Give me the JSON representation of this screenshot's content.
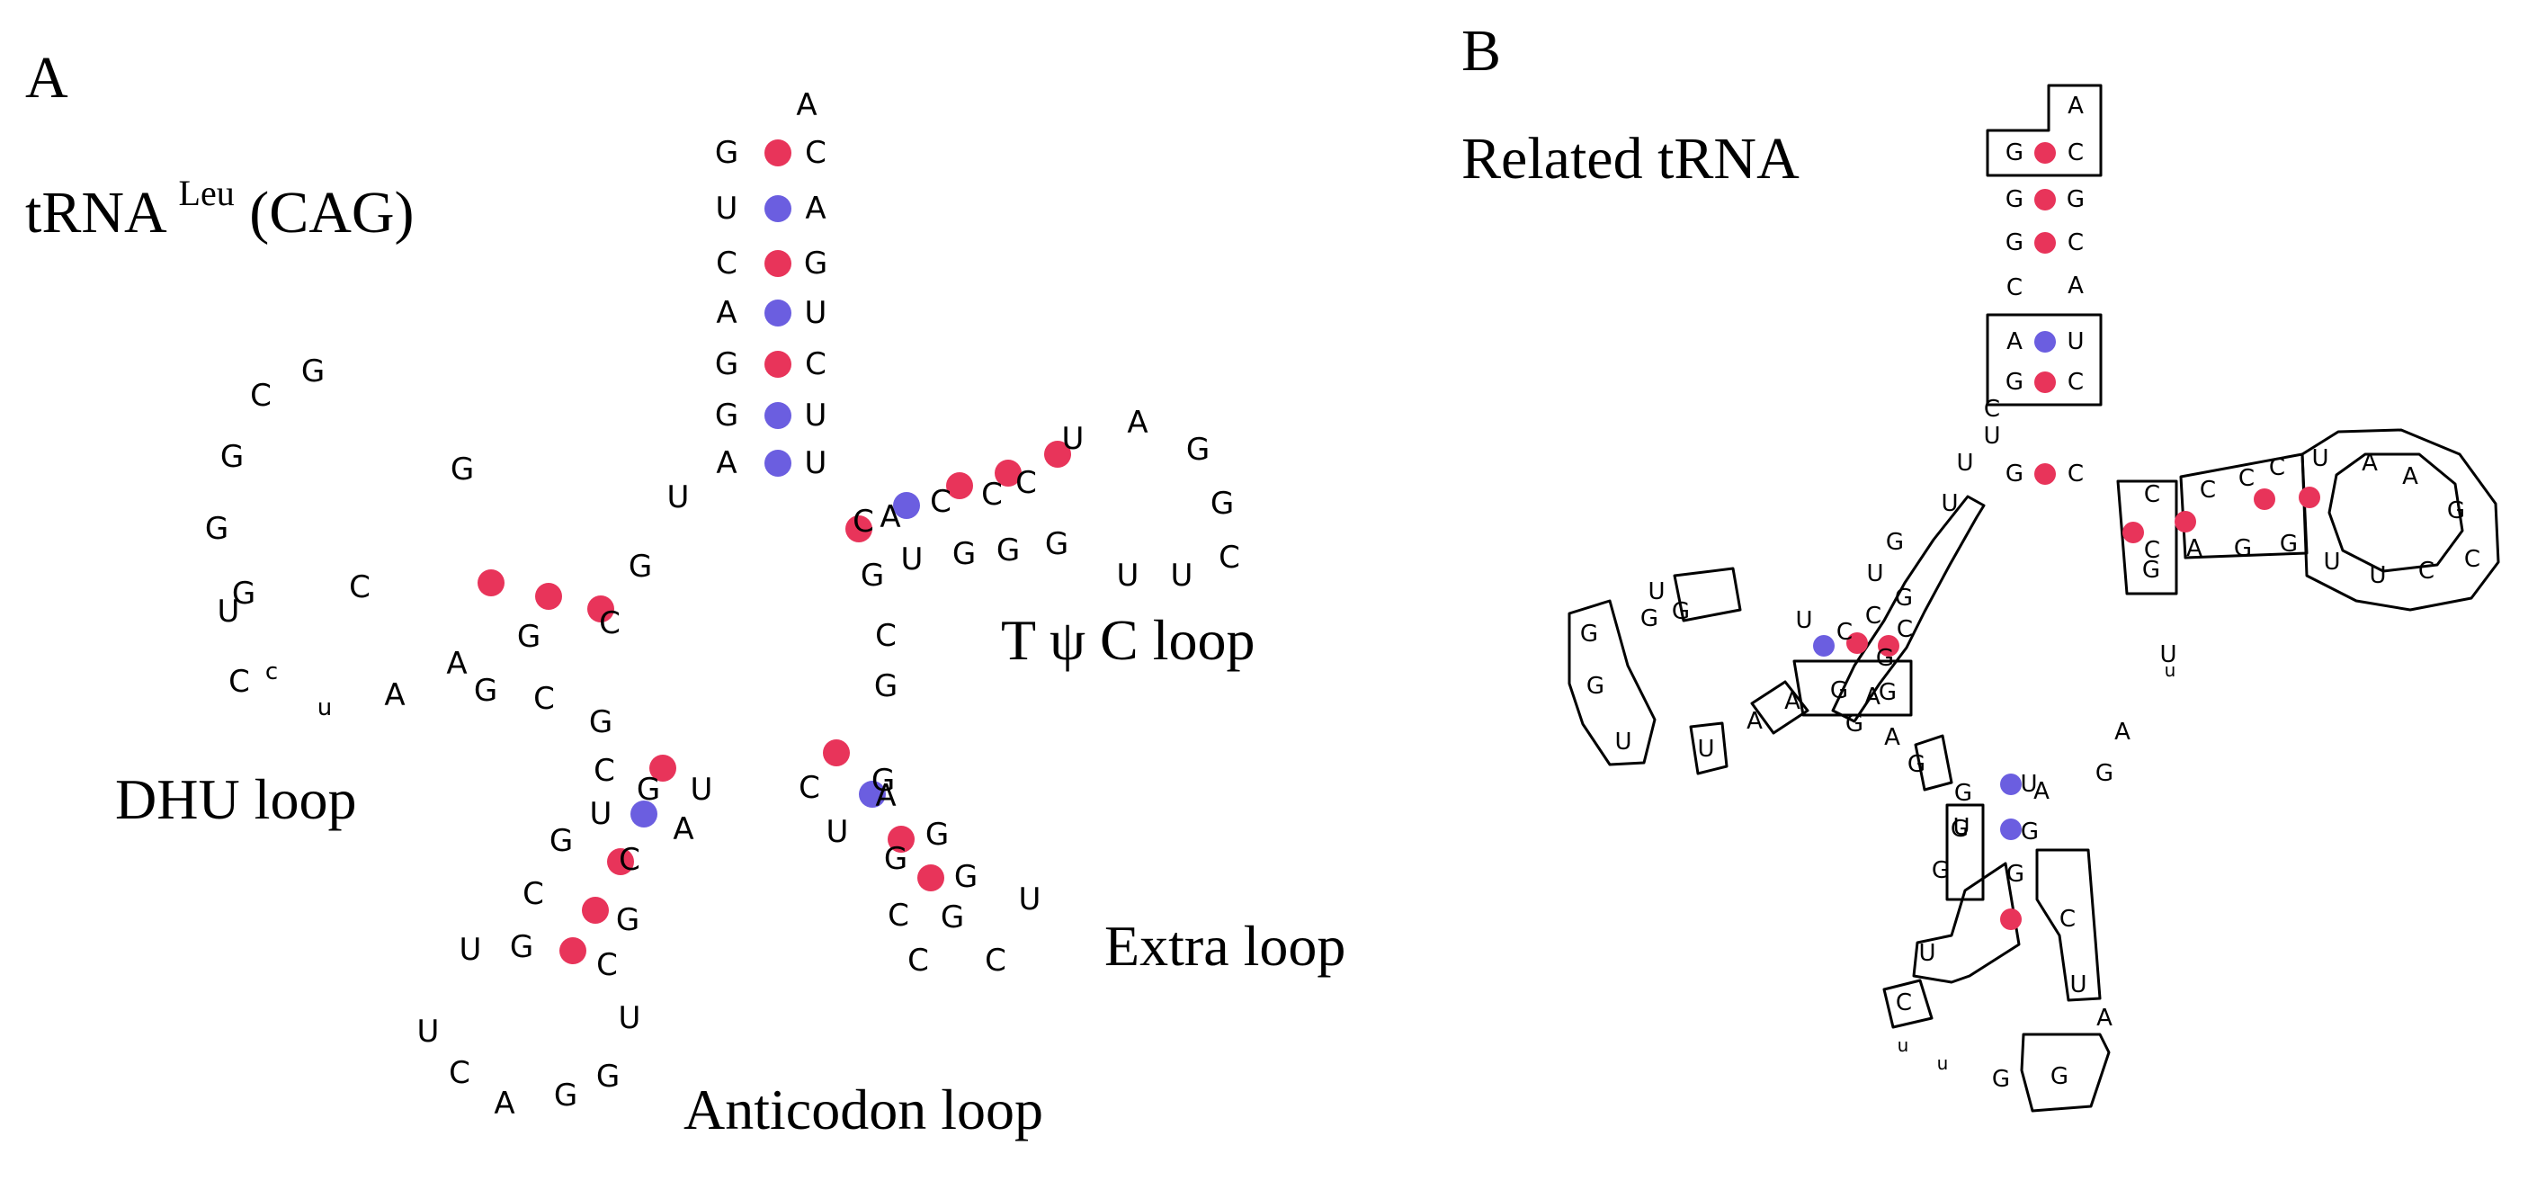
{
  "colors": {
    "gc_pair": "#e8345a",
    "au_pair": "#6b5ee0",
    "text": "#000000"
  },
  "panel_a": {
    "letter": "A",
    "title_base": "tRNA",
    "title_sup": "Leu",
    "title_suffix": "(CAG)",
    "labels": {
      "dhu": "DHU loop",
      "tpsic": "T ψ C loop",
      "extra": "Extra loop",
      "anticodon": "Anticodon loop"
    },
    "nucleotides": [
      [
        "A",
        897,
        117
      ],
      [
        "G",
        808,
        170
      ],
      [
        "C",
        907,
        170
      ],
      [
        "U",
        808,
        232
      ],
      [
        "A",
        907,
        232
      ],
      [
        "C",
        808,
        293
      ],
      [
        "G",
        907,
        293
      ],
      [
        "A",
        808,
        348
      ],
      [
        "U",
        907,
        348
      ],
      [
        "G",
        808,
        405
      ],
      [
        "C",
        907,
        405
      ],
      [
        "G",
        808,
        462
      ],
      [
        "U",
        907,
        462
      ],
      [
        "A",
        808,
        515
      ],
      [
        "U",
        907,
        515
      ],
      [
        "U",
        754,
        553
      ],
      [
        "G",
        712,
        630
      ],
      [
        "C",
        678,
        693
      ],
      [
        "G",
        348,
        413
      ],
      [
        "C",
        400,
        653
      ],
      [
        "C",
        290,
        440
      ],
      [
        "G",
        258,
        508
      ],
      [
        "G",
        514,
        522
      ],
      [
        "G",
        241,
        588
      ],
      [
        "G",
        271,
        660
      ],
      [
        "U",
        254,
        680
      ],
      [
        "G",
        588,
        708
      ],
      [
        "C",
        266,
        758
      ],
      [
        "G",
        540,
        768
      ],
      [
        "C",
        605,
        777
      ],
      [
        "c",
        302,
        747
      ],
      [
        "u",
        361,
        787
      ],
      [
        "A",
        439,
        773
      ],
      [
        "A",
        508,
        738
      ],
      [
        "C",
        960,
        580
      ],
      [
        "A",
        990,
        575
      ],
      [
        "U",
        1014,
        622
      ],
      [
        "C",
        1046,
        558
      ],
      [
        "G",
        1072,
        616
      ],
      [
        "C",
        1103,
        550
      ],
      [
        "G",
        1121,
        612
      ],
      [
        "C",
        1141,
        537
      ],
      [
        "G",
        1175,
        605
      ],
      [
        "U",
        1193,
        488
      ],
      [
        "A",
        1265,
        470
      ],
      [
        "G",
        1332,
        500
      ],
      [
        "G",
        1359,
        560
      ],
      [
        "C",
        1367,
        620
      ],
      [
        "U",
        1314,
        640
      ],
      [
        "U",
        1254,
        640
      ],
      [
        "G",
        970,
        640
      ],
      [
        "C",
        985,
        707
      ],
      [
        "G",
        985,
        763
      ],
      [
        "G",
        668,
        803
      ],
      [
        "C",
        672,
        857
      ],
      [
        "G",
        721,
        878
      ],
      [
        "U",
        780,
        878
      ],
      [
        "U",
        668,
        905
      ],
      [
        "A",
        760,
        922
      ],
      [
        "G",
        624,
        935
      ],
      [
        "C",
        700,
        956
      ],
      [
        "C",
        593,
        994
      ],
      [
        "G",
        698,
        1023
      ],
      [
        "U",
        523,
        1056
      ],
      [
        "G",
        580,
        1053
      ],
      [
        "C",
        675,
        1073
      ],
      [
        "U",
        476,
        1147
      ],
      [
        "U",
        700,
        1132
      ],
      [
        "C",
        511,
        1193
      ],
      [
        "A",
        561,
        1227
      ],
      [
        "G",
        629,
        1218
      ],
      [
        "G",
        676,
        1197
      ],
      [
        "G",
        982,
        868
      ],
      [
        "C",
        900,
        876
      ],
      [
        "A",
        985,
        885
      ],
      [
        "U",
        931,
        925
      ],
      [
        "G",
        1042,
        928
      ],
      [
        "G",
        996,
        955
      ],
      [
        "G",
        1074,
        975
      ],
      [
        "C",
        999,
        1018
      ],
      [
        "G",
        1059,
        1020
      ],
      [
        "U",
        1145,
        1000
      ],
      [
        "C",
        1021,
        1068
      ],
      [
        "C",
        1107,
        1068
      ]
    ],
    "pairs": [
      [
        865,
        170,
        "gc"
      ],
      [
        865,
        232,
        "au"
      ],
      [
        865,
        293,
        "gc"
      ],
      [
        865,
        348,
        "au"
      ],
      [
        865,
        405,
        "gc"
      ],
      [
        865,
        462,
        "au"
      ],
      [
        865,
        515,
        "au"
      ],
      [
        955,
        588,
        "gc"
      ],
      [
        1008,
        562,
        "au"
      ],
      [
        1067,
        540,
        "gc"
      ],
      [
        1121,
        526,
        "gc"
      ],
      [
        1176,
        505,
        "gc"
      ],
      [
        546,
        648,
        "gc"
      ],
      [
        610,
        663,
        "gc"
      ],
      [
        668,
        677,
        "gc"
      ],
      [
        737,
        854,
        "gc"
      ],
      [
        716,
        905,
        "au"
      ],
      [
        690,
        958,
        "gc"
      ],
      [
        662,
        1012,
        "gc"
      ],
      [
        637,
        1057,
        "gc"
      ],
      [
        930,
        837,
        "gc"
      ],
      [
        970,
        883,
        "au"
      ],
      [
        1002,
        933,
        "gc"
      ],
      [
        1035,
        976,
        "gc"
      ]
    ]
  },
  "panel_b": {
    "letter": "B",
    "title": "Related tRNA",
    "nucleotides": [
      [
        "A",
        2308,
        118
      ],
      [
        "G",
        2240,
        170
      ],
      [
        "C",
        2308,
        170
      ],
      [
        "G",
        2240,
        222
      ],
      [
        "G",
        2308,
        222
      ],
      [
        "G",
        2240,
        270
      ],
      [
        "C",
        2308,
        270
      ],
      [
        "C",
        2240,
        320
      ],
      [
        "A",
        2308,
        318
      ],
      [
        "A",
        2240,
        380
      ],
      [
        "U",
        2308,
        380
      ],
      [
        "G",
        2240,
        425
      ],
      [
        "C",
        2308,
        425
      ],
      [
        "C",
        2215,
        455
      ],
      [
        "U",
        2215,
        485
      ],
      [
        "U",
        2185,
        515
      ],
      [
        "U",
        2168,
        560
      ],
      [
        "G",
        2240,
        527
      ],
      [
        "C",
        2308,
        527
      ],
      [
        "C",
        2393,
        550
      ],
      [
        "C",
        2455,
        545
      ],
      [
        "C",
        2498,
        532
      ],
      [
        "C",
        2532,
        520
      ],
      [
        "U",
        2580,
        510
      ],
      [
        "A",
        2635,
        515
      ],
      [
        "A",
        2680,
        530
      ],
      [
        "G",
        2731,
        568
      ],
      [
        "C",
        2749,
        622
      ],
      [
        "C",
        2698,
        635
      ],
      [
        "U",
        2644,
        640
      ],
      [
        "U",
        2593,
        625
      ],
      [
        "G",
        2545,
        605
      ],
      [
        "G",
        2494,
        610
      ],
      [
        "A",
        2440,
        610
      ],
      [
        "C",
        2393,
        612
      ],
      [
        "G",
        2392,
        634
      ],
      [
        "G",
        2107,
        603
      ],
      [
        "U",
        2085,
        638
      ],
      [
        "G",
        2117,
        665
      ],
      [
        "C",
        2083,
        685
      ],
      [
        "G",
        2096,
        732
      ],
      [
        "C",
        2051,
        703
      ],
      [
        "C",
        2118,
        700
      ],
      [
        "U",
        2006,
        690
      ],
      [
        "G",
        2045,
        768
      ],
      [
        "A",
        2082,
        775
      ],
      [
        "G",
        2099,
        770
      ],
      [
        "A",
        1993,
        780
      ],
      [
        "A",
        1951,
        802
      ],
      [
        "G",
        2062,
        805
      ],
      [
        "G",
        1834,
        688
      ],
      [
        "G",
        1869,
        680
      ],
      [
        "U",
        1842,
        658
      ],
      [
        "G",
        1767,
        705
      ],
      [
        "G",
        1774,
        763
      ],
      [
        "U",
        1805,
        825
      ],
      [
        "U",
        1897,
        833
      ],
      [
        "A",
        2104,
        820
      ],
      [
        "G",
        2131,
        850
      ],
      [
        "G",
        2183,
        882
      ],
      [
        "U",
        2411,
        728
      ],
      [
        "u",
        2413,
        745
      ],
      [
        "A",
        2360,
        814
      ],
      [
        "G",
        2340,
        860
      ],
      [
        "A",
        2270,
        880
      ],
      [
        "U",
        2256,
        872
      ],
      [
        "G",
        2257,
        925
      ],
      [
        "G",
        2179,
        922
      ],
      [
        "U",
        2181,
        920
      ],
      [
        "G",
        2158,
        968
      ],
      [
        "G",
        2241,
        972
      ],
      [
        "C",
        2299,
        1022
      ],
      [
        "U",
        2311,
        1095
      ],
      [
        "U",
        2143,
        1060
      ],
      [
        "C",
        2117,
        1115
      ],
      [
        "u",
        2116,
        1162
      ],
      [
        "u",
        2160,
        1182
      ],
      [
        "G",
        2225,
        1200
      ],
      [
        "A",
        2340,
        1132
      ],
      [
        "G",
        2290,
        1197
      ]
    ],
    "pairs": [
      [
        2274,
        170,
        "gc"
      ],
      [
        2274,
        222,
        "gc"
      ],
      [
        2274,
        270,
        "gc"
      ],
      [
        2274,
        380,
        "au"
      ],
      [
        2274,
        425,
        "gc"
      ],
      [
        2274,
        527,
        "gc"
      ],
      [
        2028,
        718,
        "au"
      ],
      [
        2065,
        715,
        "gc"
      ],
      [
        2100,
        718,
        "gc"
      ],
      [
        2372,
        592,
        "gc"
      ],
      [
        2430,
        580,
        "gc"
      ],
      [
        2518,
        555,
        "gc"
      ],
      [
        2568,
        553,
        "gc"
      ],
      [
        2236,
        872,
        "au"
      ],
      [
        2236,
        922,
        "au"
      ],
      [
        2236,
        1022,
        "gc"
      ]
    ]
  }
}
